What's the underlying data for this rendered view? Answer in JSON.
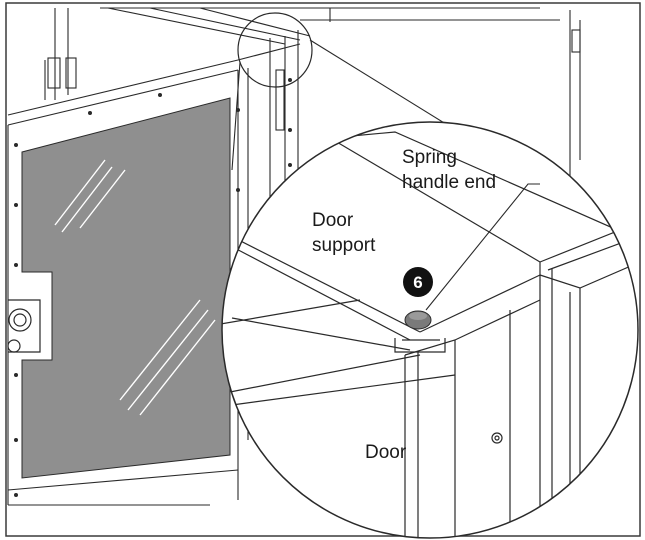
{
  "labels": {
    "spring_line1": "Spring",
    "spring_line2": "handle end",
    "support_line1": "Door",
    "support_line2": "support",
    "door": "Door"
  },
  "callout": {
    "number": "6"
  },
  "colors": {
    "glass_panel": "#8f8f8f",
    "line": "#2a2a2a",
    "knob": "#7a7a7a",
    "badge": "#111111"
  }
}
